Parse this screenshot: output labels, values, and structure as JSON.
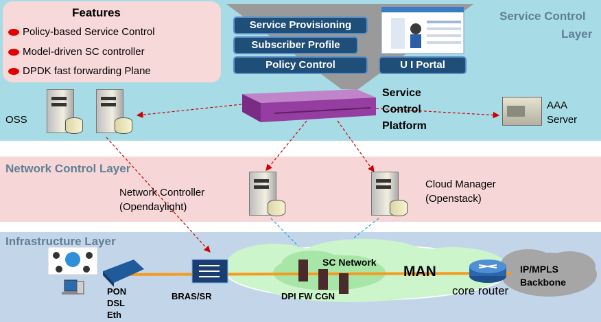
{
  "layers": {
    "service": "Service Control Layer",
    "service_line1": "Service  Control",
    "service_line2": "Layer",
    "network": "Network Control  Layer",
    "infra": "Infrastructure  Layer"
  },
  "features": {
    "title": "Features",
    "items": [
      "Policy-based Service Control",
      "Model-driven SC controller",
      "DPDK fast  forwarding Plane"
    ]
  },
  "platform_buttons": {
    "service_provisioning": "Service Provisioning",
    "subscriber_profile": "Subscriber Profile",
    "policy_control": "Policy Control",
    "ui_portal": "U I Portal"
  },
  "nodes": {
    "oss": "OSS",
    "scp_line1": "Service",
    "scp_line2": "Control",
    "scp_line3": "Platform",
    "aaa_line1": "AAA",
    "aaa_line2": "Server",
    "nc_line1": "Network Controller",
    "nc_line2": "(Opendaylight)",
    "cm_line1": "Cloud Manager",
    "cm_line2": "(Openstack)",
    "sc_network": "SC Network",
    "man": "MAN",
    "ip_line1": "IP/MPLS",
    "ip_line2": "Backbone",
    "core_router": "core router",
    "bras": "BRAS/SR",
    "dpi": "DPI FW CGN",
    "pon": "PON",
    "dsl": "DSL",
    "eth": "Eth"
  },
  "colors": {
    "service_band": "#a7dbe6",
    "network_band": "#f6d6d6",
    "infra_band": "#c3d6e9",
    "features_box": "#f7d9d9",
    "button": "#1f4e79",
    "link_red": "#cc0000",
    "link_blue": "#1aa6d9",
    "link_orange": "#f59a1e"
  }
}
